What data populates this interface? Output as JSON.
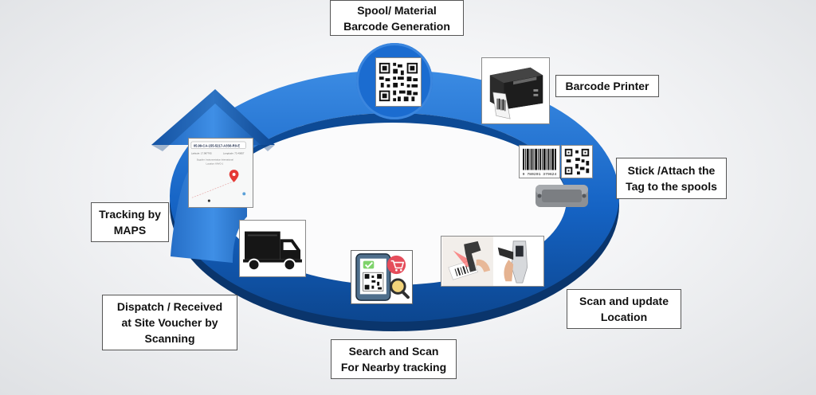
{
  "steps": {
    "barcode_generation": {
      "line1": "Spool/ Material",
      "line2": "Barcode  Generation"
    },
    "barcode_printer": {
      "line1": "Barcode Printer"
    },
    "stick_attach": {
      "line1": "Stick /Attach the",
      "line2": "Tag to the spools"
    },
    "scan_update": {
      "line1": "Scan and update",
      "line2": "Location"
    },
    "search_scan": {
      "line1": "Search and Scan",
      "line2": "For Nearby tracking"
    },
    "dispatch": {
      "line1": "Dispatch / Received",
      "line2": "at Site Voucher by",
      "line3": "Scanning"
    },
    "tracking": {
      "line1": "Tracking by",
      "line2": "MAPS"
    }
  },
  "map_card": {
    "header": "05.99-CA-155-5217-A3S6-R0-E",
    "latitude_label": "Latitude: 17.987765",
    "longitude_label": "Longitude: 73.40857",
    "supplier_text": "Supplier: Instrumentation International",
    "location_text": "Location: KAVO-1"
  },
  "barcode_digits": "9 780201 379624",
  "colors": {
    "ring_dark": "#0b3f82",
    "ring_mid": "#1563c4",
    "ring_light": "#3b8be3",
    "label_border": "#555555",
    "qr_circle": "#1b6cd0"
  },
  "icons": [
    "qr-code-icon",
    "barcode-printer-icon",
    "barcode-icon",
    "rfid-tag-icon",
    "scanner-icon",
    "mobile-scan-icon",
    "truck-icon",
    "map-icon",
    "arrow-up-icon"
  ]
}
